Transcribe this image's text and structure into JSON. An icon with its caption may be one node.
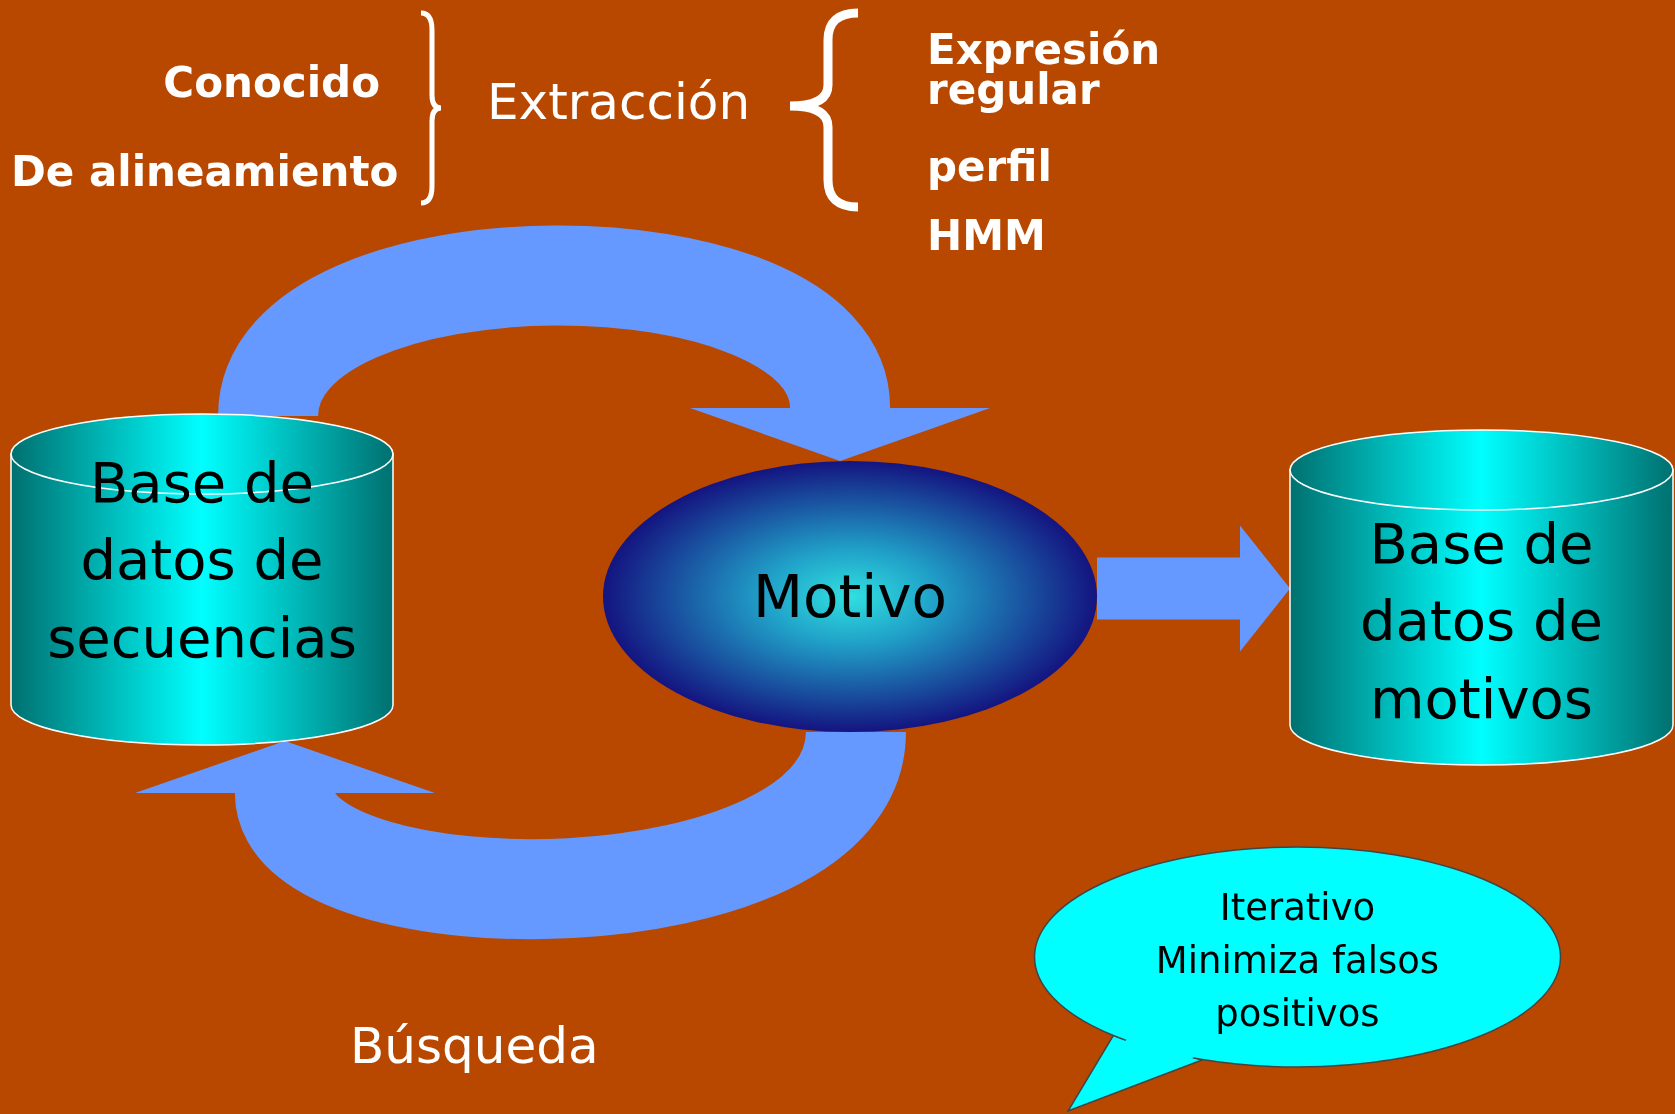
{
  "diagram": {
    "nodes": [
      {
        "text": [
          "Base de datos de secuencias"
        ]
      },
      {
        "text": [
          "Motivo"
        ]
      },
      {
        "text": [
          "Base de datos de motivos"
        ]
      },
      {
        "text": [
          "Iterativo",
          "Minimiza falsos positivos"
        ]
      }
    ],
    "edges": [
      {
        "from": 0,
        "to": 1,
        "arrow": "to"
      },
      {
        "from": 1,
        "to": 0,
        "arrow": "to"
      },
      {
        "from": 1,
        "to": 2,
        "arrow": "to"
      }
    ],
    "labels": [
      "Conocido",
      "De alineamiento",
      "Extracción",
      "Expresión regular",
      "perfil",
      "HMM",
      "Búsqueda"
    ]
  }
}
